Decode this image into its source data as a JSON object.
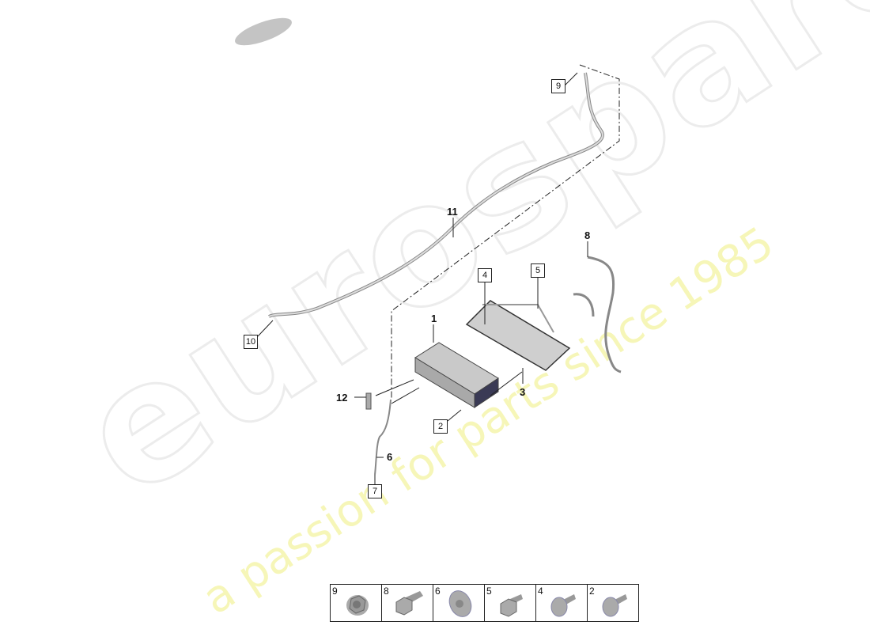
{
  "watermark": {
    "brand": "eurospares",
    "tagline": "a passion for parts since 1985"
  },
  "callouts": {
    "plain": [
      "1",
      "3",
      "6",
      "8",
      "11",
      "12"
    ],
    "boxed": [
      "2",
      "4",
      "5",
      "7",
      "9",
      "10"
    ]
  },
  "fastener_strip": [
    {
      "number": "9",
      "icon": "flange-nut-icon"
    },
    {
      "number": "8",
      "icon": "hex-flange-bolt-icon"
    },
    {
      "number": "6",
      "icon": "washer-nut-icon"
    },
    {
      "number": "5",
      "icon": "hex-bolt-icon"
    },
    {
      "number": "4",
      "icon": "torx-screw-icon"
    },
    {
      "number": "2",
      "icon": "torx-screw-icon"
    }
  ],
  "colors": {
    "part": "#b8b8b8",
    "line": "#222222",
    "watermark_text": "#f6f6b8"
  }
}
